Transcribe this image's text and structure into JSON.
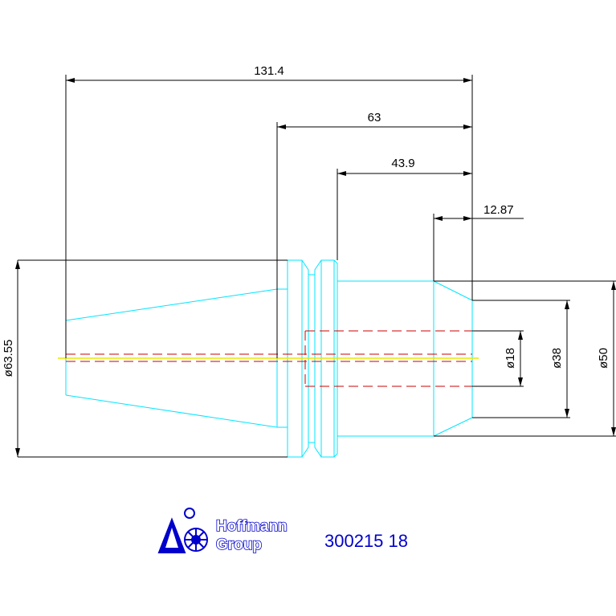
{
  "drawing": {
    "dimensions": {
      "length_total": "131.4",
      "length_63": "63",
      "length_43_9": "43.9",
      "length_12_87": "12.87",
      "dia_63_55": "ø63.55",
      "dia_18": "ø18",
      "dia_38": "ø38",
      "dia_50": "ø50"
    },
    "logo": {
      "line1": "Hoffmann",
      "line2": "Group"
    },
    "part_number": "300215 18",
    "colors": {
      "outline": "#00e5ff",
      "dimension": "#000000",
      "hidden": "#cc0000",
      "centerline": "#e8e800",
      "brand": "#0000cc"
    }
  }
}
